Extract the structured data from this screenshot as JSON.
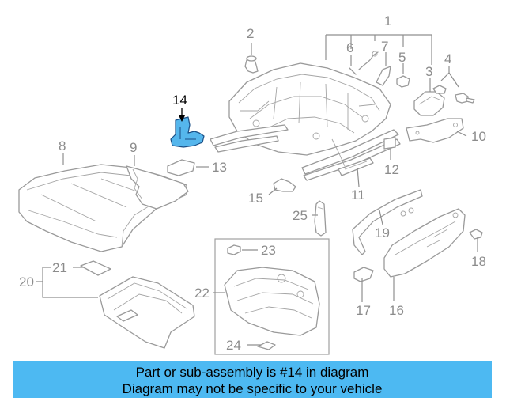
{
  "callouts": [
    {
      "id": "1",
      "label": "1"
    },
    {
      "id": "2",
      "label": "2"
    },
    {
      "id": "3",
      "label": "3"
    },
    {
      "id": "4",
      "label": "4"
    },
    {
      "id": "5",
      "label": "5"
    },
    {
      "id": "6",
      "label": "6"
    },
    {
      "id": "7",
      "label": "7"
    },
    {
      "id": "8",
      "label": "8"
    },
    {
      "id": "9",
      "label": "9"
    },
    {
      "id": "10",
      "label": "10"
    },
    {
      "id": "11",
      "label": "11"
    },
    {
      "id": "12",
      "label": "12"
    },
    {
      "id": "13",
      "label": "13"
    },
    {
      "id": "14",
      "label": "14"
    },
    {
      "id": "15",
      "label": "15"
    },
    {
      "id": "16",
      "label": "16"
    },
    {
      "id": "17",
      "label": "17"
    },
    {
      "id": "18",
      "label": "18"
    },
    {
      "id": "19",
      "label": "19"
    },
    {
      "id": "20",
      "label": "20"
    },
    {
      "id": "21",
      "label": "21"
    },
    {
      "id": "22",
      "label": "22"
    },
    {
      "id": "23",
      "label": "23"
    },
    {
      "id": "24",
      "label": "24"
    },
    {
      "id": "25",
      "label": "25"
    }
  ],
  "highlight": {
    "part": "14",
    "color": "#55b6ec"
  },
  "banner": {
    "line1": "Part or sub-assembly is #14 in diagram",
    "line2": "Diagram may not be specific to your vehicle",
    "color": "#4db9f2"
  }
}
